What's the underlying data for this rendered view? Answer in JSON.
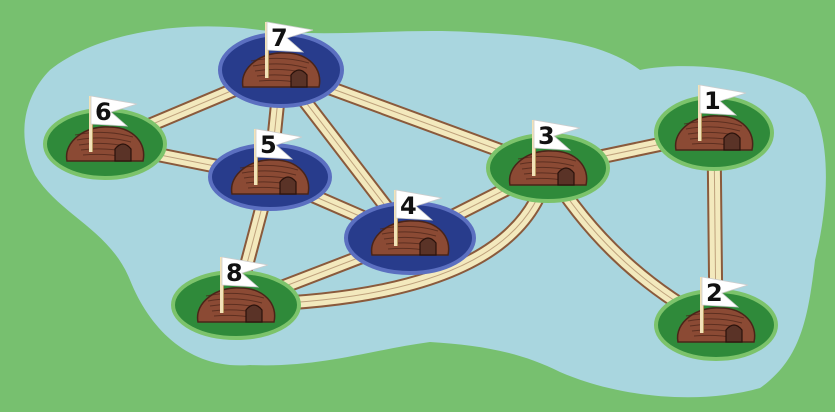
{
  "colors": {
    "grass": "#77c06f",
    "water": "#a9d6df",
    "bridge_fill": "#f3e9bd",
    "bridge_edge": "#8a5a3c",
    "island_green": "#2f8a3a",
    "island_green_edge": "#7cc36b",
    "island_blue": "#283c8c",
    "island_blue_edge": "#5b6fc0",
    "mound": "#8b4a34",
    "mound_lines": "#4a2418",
    "flag": "#ffffff",
    "pole": "#f2e2b8"
  },
  "islands": [
    {
      "id": "1",
      "label": "1",
      "type": "green"
    },
    {
      "id": "2",
      "label": "2",
      "type": "green"
    },
    {
      "id": "3",
      "label": "3",
      "type": "green"
    },
    {
      "id": "4",
      "label": "4",
      "type": "blue"
    },
    {
      "id": "5",
      "label": "5",
      "type": "blue"
    },
    {
      "id": "6",
      "label": "6",
      "type": "green"
    },
    {
      "id": "7",
      "label": "7",
      "type": "blue"
    },
    {
      "id": "8",
      "label": "8",
      "type": "green"
    }
  ],
  "bridges": [
    [
      "7",
      "6"
    ],
    [
      "7",
      "5"
    ],
    [
      "7",
      "4"
    ],
    [
      "7",
      "3"
    ],
    [
      "6",
      "5"
    ],
    [
      "5",
      "4"
    ],
    [
      "5",
      "8"
    ],
    [
      "4",
      "8"
    ],
    [
      "4",
      "3"
    ],
    [
      "3",
      "8"
    ],
    [
      "3",
      "1"
    ],
    [
      "3",
      "2"
    ],
    [
      "1",
      "2"
    ]
  ]
}
